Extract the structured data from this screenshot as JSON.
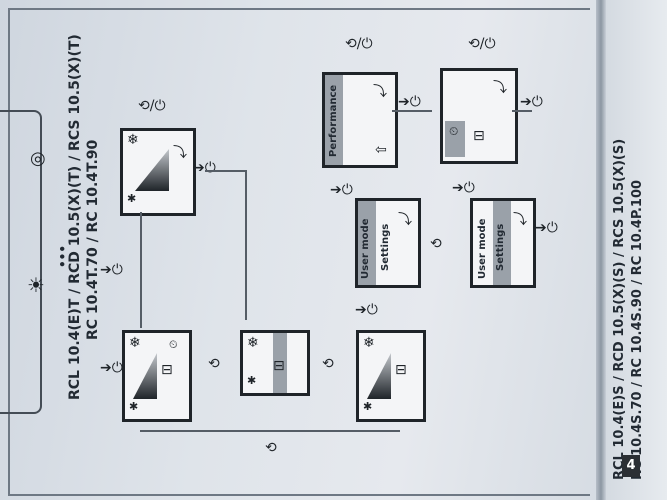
{
  "headings": {
    "left_line1": "RCL 10.4(E)T / RCD 10.5(X)(T) / RCS 10.5(X)(T)",
    "left_line2": "RC 10.4T.70 / RC 10.4T.90",
    "right_line1": "RCL 10.4(E)S / RCD 10.5(X)(S) / RCS 10.5(X)(S)",
    "right_line2": "RC 10.4S.70 / RC 10.4S.90 / RC 10.4P.100"
  },
  "menu": {
    "user_mode": "User mode",
    "settings": "Settings",
    "performance": "Performance"
  },
  "page_number": "4",
  "dots": "•••",
  "icons": [
    "snowflake-icon",
    "sun-icon",
    "battery-icon",
    "timer-icon",
    "arrow-right-icon",
    "rotate-icon",
    "gear-icon",
    "person-icon"
  ],
  "colors": {
    "paper": "#e2e6eb",
    "ink": "#1f2429",
    "highlight": "#9aa1a9",
    "badge": "#2b2f34"
  }
}
